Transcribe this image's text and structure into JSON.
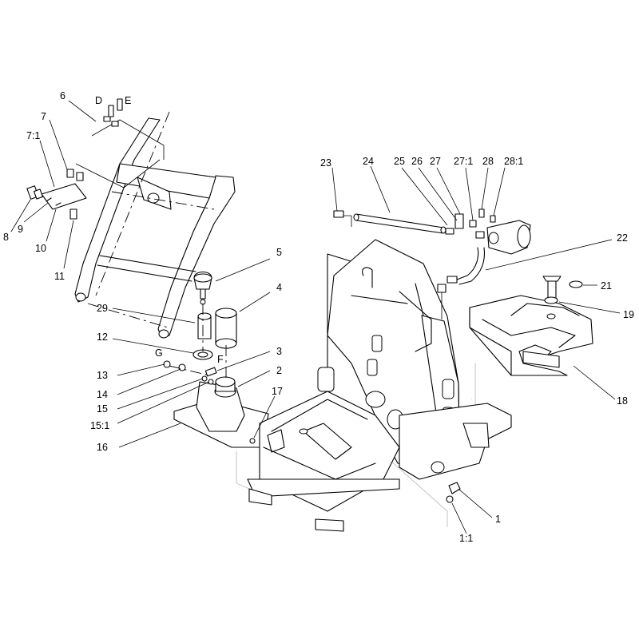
{
  "callouts": {
    "c1": "1",
    "c1_1": "1:1",
    "c2": "2",
    "c3": "3",
    "c4": "4",
    "c5": "5",
    "c6": "6",
    "c7": "7",
    "c7_1": "7:1",
    "c8": "8",
    "c9": "9",
    "c10": "10",
    "c11": "11",
    "c12": "12",
    "c13": "13",
    "c14": "14",
    "c15": "15",
    "c15_1": "15:1",
    "c16": "16",
    "c17": "17",
    "c18": "18",
    "c19": "19",
    "c21": "21",
    "c22": "22",
    "c23": "23",
    "c24": "24",
    "c25": "25",
    "c26": "26",
    "c27": "27",
    "c27_1": "27:1",
    "c28": "28",
    "c28_1": "28:1",
    "c29": "29"
  },
  "ports": {
    "D": "D",
    "E": "E",
    "F": "F",
    "G": "G"
  }
}
